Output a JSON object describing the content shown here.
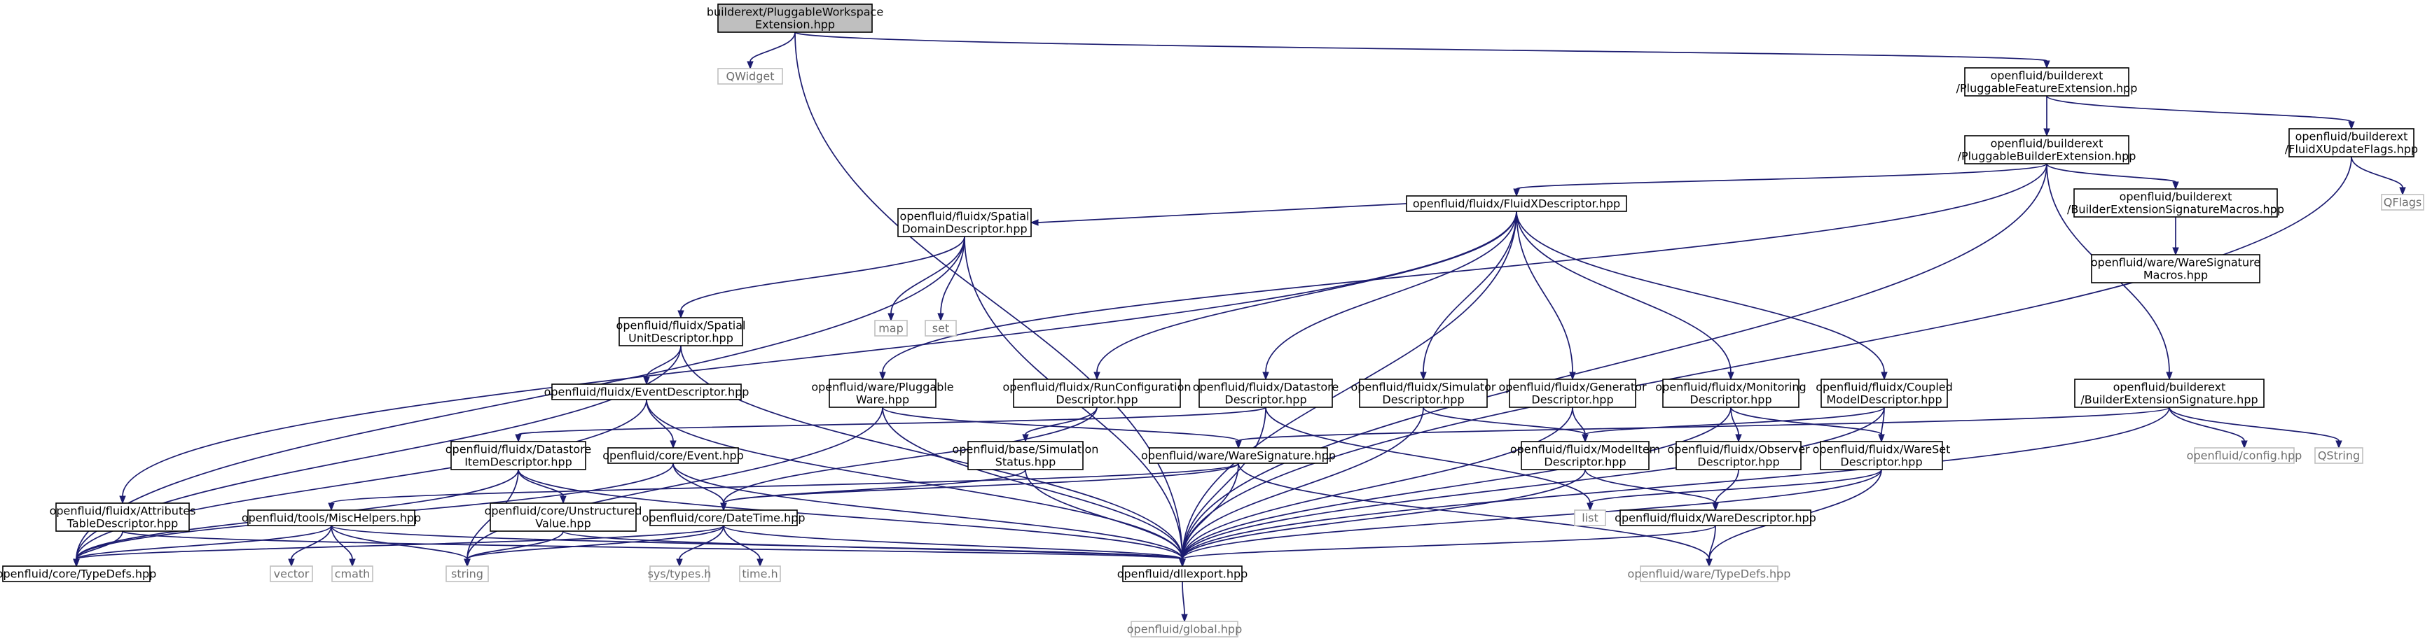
{
  "colors": {
    "edge": "#1c1c70",
    "node_border": "#000000",
    "external_border": "#bfbfbf",
    "root_fill": "#bfbfbf",
    "node_fill": "#ffffff",
    "external_text": "#6e6e6e"
  },
  "nodes": [
    {
      "id": "root",
      "lines": [
        "builderext/PluggableWorkspace",
        "Extension.hpp"
      ],
      "kind": "root"
    },
    {
      "id": "qwidget",
      "lines": [
        "QWidget"
      ],
      "kind": "external"
    },
    {
      "id": "pfe",
      "lines": [
        "openfluid/builderext",
        "/PluggableFeatureExtension.hpp"
      ],
      "kind": "file"
    },
    {
      "id": "pbe",
      "lines": [
        "openfluid/builderext",
        "/PluggableBuilderExtension.hpp"
      ],
      "kind": "file"
    },
    {
      "id": "fuf",
      "lines": [
        "openfluid/builderext",
        "/FluidXUpdateFlags.hpp"
      ],
      "kind": "file"
    },
    {
      "id": "qflags",
      "lines": [
        "QFlags"
      ],
      "kind": "external"
    },
    {
      "id": "fxd",
      "lines": [
        "openfluid/fluidx/FluidXDescriptor.hpp"
      ],
      "kind": "file"
    },
    {
      "id": "besm",
      "lines": [
        "openfluid/builderext",
        "/BuilderExtensionSignatureMacros.hpp"
      ],
      "kind": "file"
    },
    {
      "id": "wsm",
      "lines": [
        "openfluid/ware/WareSignature",
        "Macros.hpp"
      ],
      "kind": "file"
    },
    {
      "id": "sdd",
      "lines": [
        "openfluid/fluidx/Spatial",
        "DomainDescriptor.hpp"
      ],
      "kind": "file"
    },
    {
      "id": "map",
      "lines": [
        "map"
      ],
      "kind": "external"
    },
    {
      "id": "set",
      "lines": [
        "set"
      ],
      "kind": "external"
    },
    {
      "id": "sud",
      "lines": [
        "openfluid/fluidx/Spatial",
        "UnitDescriptor.hpp"
      ],
      "kind": "file"
    },
    {
      "id": "evd",
      "lines": [
        "openfluid/fluidx/EventDescriptor.hpp"
      ],
      "kind": "file"
    },
    {
      "id": "pw",
      "lines": [
        "openfluid/ware/Pluggable",
        "Ware.hpp"
      ],
      "kind": "file"
    },
    {
      "id": "rcd",
      "lines": [
        "openfluid/fluidx/RunConfiguration",
        "Descriptor.hpp"
      ],
      "kind": "file"
    },
    {
      "id": "dsd",
      "lines": [
        "openfluid/fluidx/Datastore",
        "Descriptor.hpp"
      ],
      "kind": "file"
    },
    {
      "id": "simd",
      "lines": [
        "openfluid/fluidx/Simulator",
        "Descriptor.hpp"
      ],
      "kind": "file"
    },
    {
      "id": "gend",
      "lines": [
        "openfluid/fluidx/Generator",
        "Descriptor.hpp"
      ],
      "kind": "file"
    },
    {
      "id": "mond",
      "lines": [
        "openfluid/fluidx/Monitoring",
        "Descriptor.hpp"
      ],
      "kind": "file"
    },
    {
      "id": "cmd",
      "lines": [
        "openfluid/fluidx/Coupled",
        "ModelDescriptor.hpp"
      ],
      "kind": "file"
    },
    {
      "id": "bes",
      "lines": [
        "openfluid/builderext",
        "/BuilderExtensionSignature.hpp"
      ],
      "kind": "file"
    },
    {
      "id": "dsid",
      "lines": [
        "openfluid/fluidx/Datastore",
        "ItemDescriptor.hpp"
      ],
      "kind": "file"
    },
    {
      "id": "event",
      "lines": [
        "openfluid/core/Event.hpp"
      ],
      "kind": "file"
    },
    {
      "id": "sims",
      "lines": [
        "openfluid/base/Simulation",
        "Status.hpp"
      ],
      "kind": "file"
    },
    {
      "id": "ws",
      "lines": [
        "openfluid/ware/WareSignature.hpp"
      ],
      "kind": "file"
    },
    {
      "id": "mid",
      "lines": [
        "openfluid/fluidx/ModelItem",
        "Descriptor.hpp"
      ],
      "kind": "file"
    },
    {
      "id": "obsd",
      "lines": [
        "openfluid/fluidx/Observer",
        "Descriptor.hpp"
      ],
      "kind": "file"
    },
    {
      "id": "wsd",
      "lines": [
        "openfluid/fluidx/WareSet",
        "Descriptor.hpp"
      ],
      "kind": "file"
    },
    {
      "id": "config",
      "lines": [
        "openfluid/config.hpp"
      ],
      "kind": "external"
    },
    {
      "id": "qstring",
      "lines": [
        "QString"
      ],
      "kind": "external"
    },
    {
      "id": "atd",
      "lines": [
        "openfluid/fluidx/Attributes",
        "TableDescriptor.hpp"
      ],
      "kind": "file"
    },
    {
      "id": "misc",
      "lines": [
        "openfluid/tools/MiscHelpers.hpp"
      ],
      "kind": "file"
    },
    {
      "id": "uv",
      "lines": [
        "openfluid/core/Unstructured",
        "Value.hpp"
      ],
      "kind": "file"
    },
    {
      "id": "dt",
      "lines": [
        "openfluid/core/DateTime.hpp"
      ],
      "kind": "file"
    },
    {
      "id": "list",
      "lines": [
        "list"
      ],
      "kind": "external"
    },
    {
      "id": "wd",
      "lines": [
        "openfluid/fluidx/WareDescriptor.hpp"
      ],
      "kind": "file"
    },
    {
      "id": "ctd",
      "lines": [
        "openfluid/core/TypeDefs.hpp"
      ],
      "kind": "file"
    },
    {
      "id": "vector",
      "lines": [
        "vector"
      ],
      "kind": "external"
    },
    {
      "id": "cmath",
      "lines": [
        "cmath"
      ],
      "kind": "external"
    },
    {
      "id": "string",
      "lines": [
        "string"
      ],
      "kind": "external"
    },
    {
      "id": "systypes",
      "lines": [
        "sys/types.h"
      ],
      "kind": "external"
    },
    {
      "id": "timeh",
      "lines": [
        "time.h"
      ],
      "kind": "external"
    },
    {
      "id": "dll",
      "lines": [
        "openfluid/dllexport.hpp"
      ],
      "kind": "file"
    },
    {
      "id": "wtd",
      "lines": [
        "openfluid/ware/TypeDefs.hpp"
      ],
      "kind": "external"
    },
    {
      "id": "global",
      "lines": [
        "openfluid/global.hpp"
      ],
      "kind": "external"
    }
  ],
  "edges": [
    [
      "root",
      "qwidget"
    ],
    [
      "root",
      "pfe"
    ],
    [
      "root",
      "dll"
    ],
    [
      "pfe",
      "pbe"
    ],
    [
      "pfe",
      "fuf"
    ],
    [
      "fuf",
      "qflags"
    ],
    [
      "fuf",
      "dll"
    ],
    [
      "pbe",
      "fxd"
    ],
    [
      "pbe",
      "besm"
    ],
    [
      "pbe",
      "bes"
    ],
    [
      "pbe",
      "pw"
    ],
    [
      "pbe",
      "dll"
    ],
    [
      "besm",
      "wsm"
    ],
    [
      "fxd",
      "sdd"
    ],
    [
      "fxd",
      "rcd"
    ],
    [
      "fxd",
      "dsd"
    ],
    [
      "fxd",
      "simd"
    ],
    [
      "fxd",
      "gend"
    ],
    [
      "fxd",
      "mond"
    ],
    [
      "fxd",
      "cmd"
    ],
    [
      "fxd",
      "atd"
    ],
    [
      "fxd",
      "dll"
    ],
    [
      "sdd",
      "sud"
    ],
    [
      "sdd",
      "map"
    ],
    [
      "sdd",
      "set"
    ],
    [
      "sdd",
      "ctd"
    ],
    [
      "sdd",
      "dll"
    ],
    [
      "sud",
      "evd"
    ],
    [
      "sud",
      "ctd"
    ],
    [
      "sud",
      "dll"
    ],
    [
      "evd",
      "event"
    ],
    [
      "evd",
      "ctd"
    ],
    [
      "evd",
      "dll"
    ],
    [
      "pw",
      "ws"
    ],
    [
      "pw",
      "string"
    ],
    [
      "pw",
      "dll"
    ],
    [
      "rcd",
      "sims"
    ],
    [
      "rcd",
      "dt"
    ],
    [
      "dsd",
      "dsid"
    ],
    [
      "dsd",
      "dll"
    ],
    [
      "dsd",
      "list"
    ],
    [
      "simd",
      "mid"
    ],
    [
      "simd",
      "dll"
    ],
    [
      "gend",
      "mid"
    ],
    [
      "gend",
      "dll"
    ],
    [
      "mond",
      "obsd"
    ],
    [
      "mond",
      "wsd"
    ],
    [
      "mond",
      "dll"
    ],
    [
      "cmd",
      "mid"
    ],
    [
      "cmd",
      "wsd"
    ],
    [
      "cmd",
      "dll"
    ],
    [
      "bes",
      "ws"
    ],
    [
      "bes",
      "config"
    ],
    [
      "bes",
      "qstring"
    ],
    [
      "bes",
      "dll"
    ],
    [
      "dsid",
      "ctd"
    ],
    [
      "dsid",
      "string"
    ],
    [
      "dsid",
      "uv"
    ],
    [
      "dsid",
      "dll"
    ],
    [
      "event",
      "dt"
    ],
    [
      "event",
      "ctd"
    ],
    [
      "event",
      "dll"
    ],
    [
      "sims",
      "dt"
    ],
    [
      "sims",
      "dll"
    ],
    [
      "ws",
      "misc"
    ],
    [
      "ws",
      "dt"
    ],
    [
      "ws",
      "dll"
    ],
    [
      "ws",
      "wtd"
    ],
    [
      "mid",
      "wd"
    ],
    [
      "mid",
      "dll"
    ],
    [
      "obsd",
      "wd"
    ],
    [
      "wsd",
      "list"
    ],
    [
      "wsd",
      "dll"
    ],
    [
      "wsd",
      "wtd"
    ],
    [
      "atd",
      "ctd"
    ],
    [
      "atd",
      "dll"
    ],
    [
      "misc",
      "vector"
    ],
    [
      "misc",
      "cmath"
    ],
    [
      "misc",
      "string"
    ],
    [
      "misc",
      "ctd"
    ],
    [
      "misc",
      "dll"
    ],
    [
      "uv",
      "string"
    ],
    [
      "uv",
      "dll"
    ],
    [
      "dt",
      "systypes"
    ],
    [
      "dt",
      "timeh"
    ],
    [
      "dt",
      "string"
    ],
    [
      "dt",
      "ctd"
    ],
    [
      "dt",
      "dll"
    ],
    [
      "wd",
      "dll"
    ],
    [
      "wd",
      "wtd"
    ],
    [
      "dll",
      "global"
    ]
  ]
}
